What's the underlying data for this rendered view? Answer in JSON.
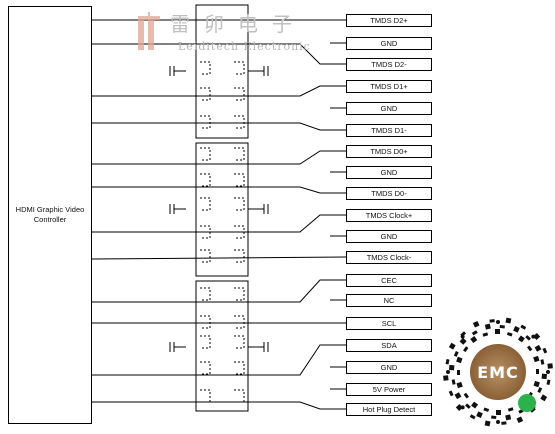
{
  "controller": {
    "label": "HDMI Graphic Video Controller"
  },
  "pins": [
    "TMDS D2+",
    "GND",
    "TMDS D2-",
    "TMDS D1+",
    "GND",
    "TMDS D1-",
    "TMDS D0+",
    "GND",
    "TMDS D0-",
    "TMDS Clock+",
    "GND",
    "TMDS Clock-",
    "CEC",
    "NC",
    "SCL",
    "SDA",
    "GND",
    "5V Power",
    "Hot Plug Detect"
  ],
  "watermark": {
    "cn": "雷卯电子",
    "en": "Leiditech Electronic"
  },
  "qr_badge": {
    "text": "EMC"
  },
  "colors": {
    "line": "#000000",
    "component": "#000000",
    "watermark": "#c0c0c0",
    "qr_center": "#8a6136",
    "qr_badge": "#2bb24c"
  }
}
